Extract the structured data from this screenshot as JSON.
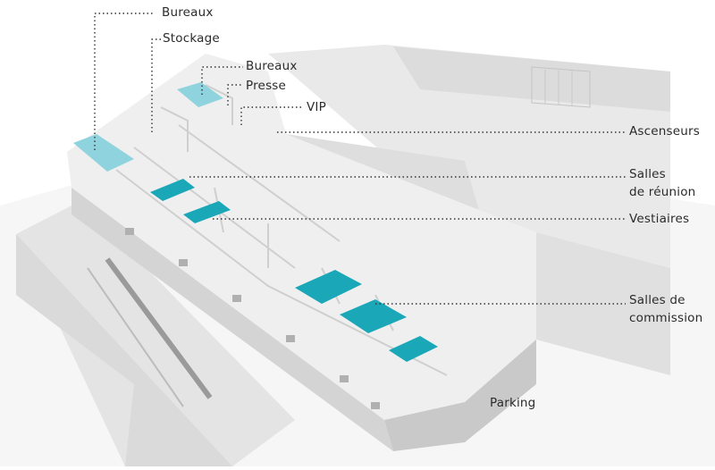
{
  "labels": {
    "bureaux_top": "Bureaux",
    "stockage": "Stockage",
    "bureaux_mid": "Bureaux",
    "presse": "Presse",
    "vip": "VIP",
    "ascenseurs": "Ascenseurs",
    "salles_reunion_1": "Salles",
    "salles_reunion_2": "de réunion",
    "vestiaires": "Vestiaires",
    "salles_commission_1": "Salles de",
    "salles_commission_2": "commission",
    "parking": "Parking"
  },
  "colors": {
    "highlight_strong": "#1aa7b8",
    "highlight_light": "#8fd3de",
    "building": "#ececec",
    "building_shadow": "#d2d2d2",
    "ground": "#f4f4f4",
    "leader_line": "#333333"
  }
}
